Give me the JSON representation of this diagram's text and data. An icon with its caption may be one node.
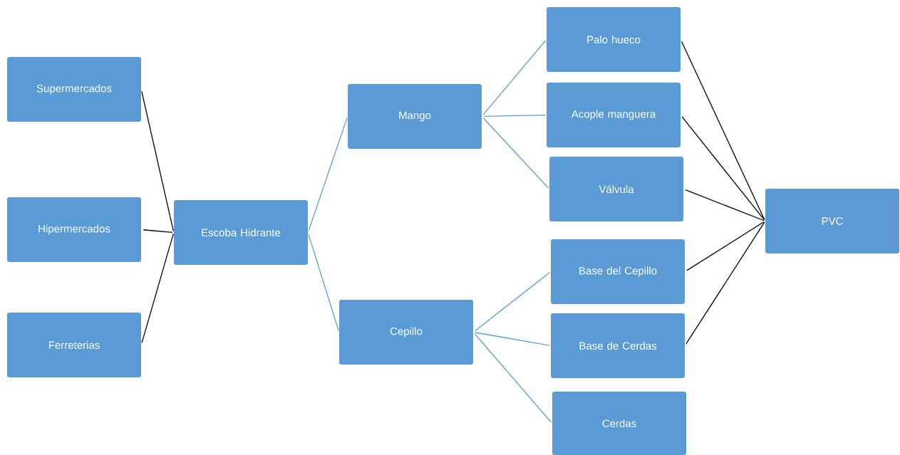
{
  "diagram": {
    "nodes": [
      {
        "text": [
          "Supermercados"
        ]
      },
      {
        "text": [
          "Hipermercados"
        ]
      },
      {
        "text": [
          "Ferreterias"
        ]
      },
      {
        "text": [
          "Escoba Hidrante"
        ]
      },
      {
        "text": [
          "Mango"
        ]
      },
      {
        "text": [
          "Cepillo"
        ]
      },
      {
        "text": [
          "Palo hueco"
        ]
      },
      {
        "text": [
          "Acople manguera"
        ]
      },
      {
        "text": [
          "Válvula"
        ]
      },
      {
        "text": [
          "Base del Cepillo"
        ]
      },
      {
        "text": [
          "Base de Cerdas"
        ]
      },
      {
        "text": [
          "Cerdas"
        ]
      },
      {
        "text": [
          "PVC"
        ]
      }
    ],
    "edges": [
      {
        "from": 0,
        "to": 3,
        "arrow": "none"
      },
      {
        "from": 1,
        "to": 3,
        "arrow": "none"
      },
      {
        "from": 2,
        "to": 3,
        "arrow": "none"
      },
      {
        "from": 3,
        "to": 4,
        "arrow": "none",
        "color": "#5b9bd5"
      },
      {
        "from": 3,
        "to": 5,
        "arrow": "none",
        "color": "#5b9bd5"
      },
      {
        "from": 4,
        "to": 6,
        "arrow": "none",
        "color": "#5b9bd5"
      },
      {
        "from": 4,
        "to": 7,
        "arrow": "none",
        "color": "#5b9bd5"
      },
      {
        "from": 4,
        "to": 8,
        "arrow": "none",
        "color": "#5b9bd5"
      },
      {
        "from": 5,
        "to": 9,
        "arrow": "none",
        "color": "#5b9bd5"
      },
      {
        "from": 5,
        "to": 10,
        "arrow": "none",
        "color": "#5b9bd5"
      },
      {
        "from": 5,
        "to": 11,
        "arrow": "none",
        "color": "#5b9bd5"
      },
      {
        "from": 6,
        "to": 12,
        "arrow": "none"
      },
      {
        "from": 7,
        "to": 12,
        "arrow": "none"
      },
      {
        "from": 8,
        "to": 12,
        "arrow": "none"
      },
      {
        "from": 9,
        "to": 12,
        "arrow": "none"
      },
      {
        "from": 10,
        "to": 12,
        "arrow": "none"
      }
    ]
  }
}
